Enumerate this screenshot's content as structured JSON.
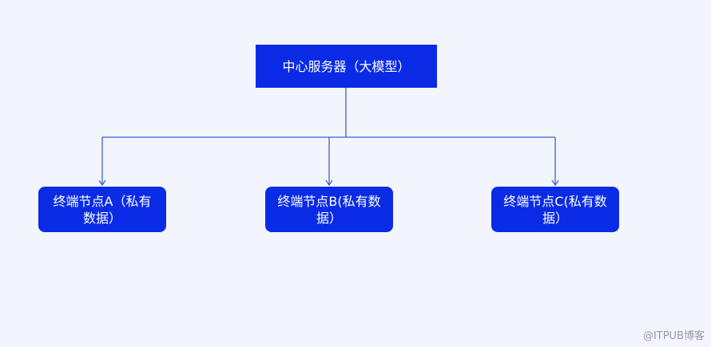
{
  "diagram": {
    "root": {
      "label": "中心服务器（大模型）"
    },
    "nodes": [
      {
        "label": "终端节点A（私有数据）"
      },
      {
        "label": "终端节点B(私有数据）"
      },
      {
        "label": "终端节点C(私有数据）"
      }
    ],
    "colors": {
      "box": "#0a2be6",
      "line": "#3f5fd8",
      "background": "#f3f5fc"
    }
  },
  "watermark": "@ITPUB博客"
}
